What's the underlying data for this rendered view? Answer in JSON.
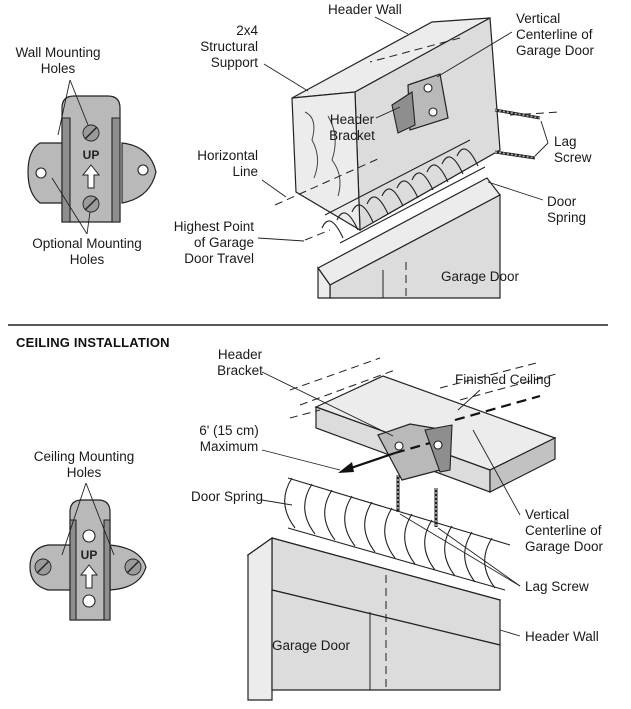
{
  "wall_section": {
    "wall_mounting_holes": "Wall Mounting Holes",
    "optional_mounting_holes": "Optional Mounting Holes",
    "up_label": "UP",
    "header_wall": "Header Wall",
    "structural_support": "2x4 Structural Support",
    "vertical_centerline": "Vertical Centerline of Garage Door",
    "header_bracket": "Header Bracket",
    "lag_screw": "Lag Screw",
    "horizontal_line": "Horizontal Line",
    "door_spring": "Door Spring",
    "highest_point": "Highest Point of Garage Door Travel",
    "garage_door": "Garage Door"
  },
  "ceiling_section": {
    "heading": "CEILING INSTALLATION",
    "header_bracket": "Header Bracket",
    "finished_ceiling": "Finished Ceiling",
    "maximum_distance": "6' (15 cm) Maximum",
    "ceiling_mounting_holes": "Ceiling Mounting Holes",
    "up_label": "UP",
    "door_spring": "Door Spring",
    "vertical_centerline": "Vertical Centerline of Garage Door",
    "lag_screw": "Lag Screw",
    "header_wall": "Header Wall",
    "garage_door": "Garage Door"
  }
}
